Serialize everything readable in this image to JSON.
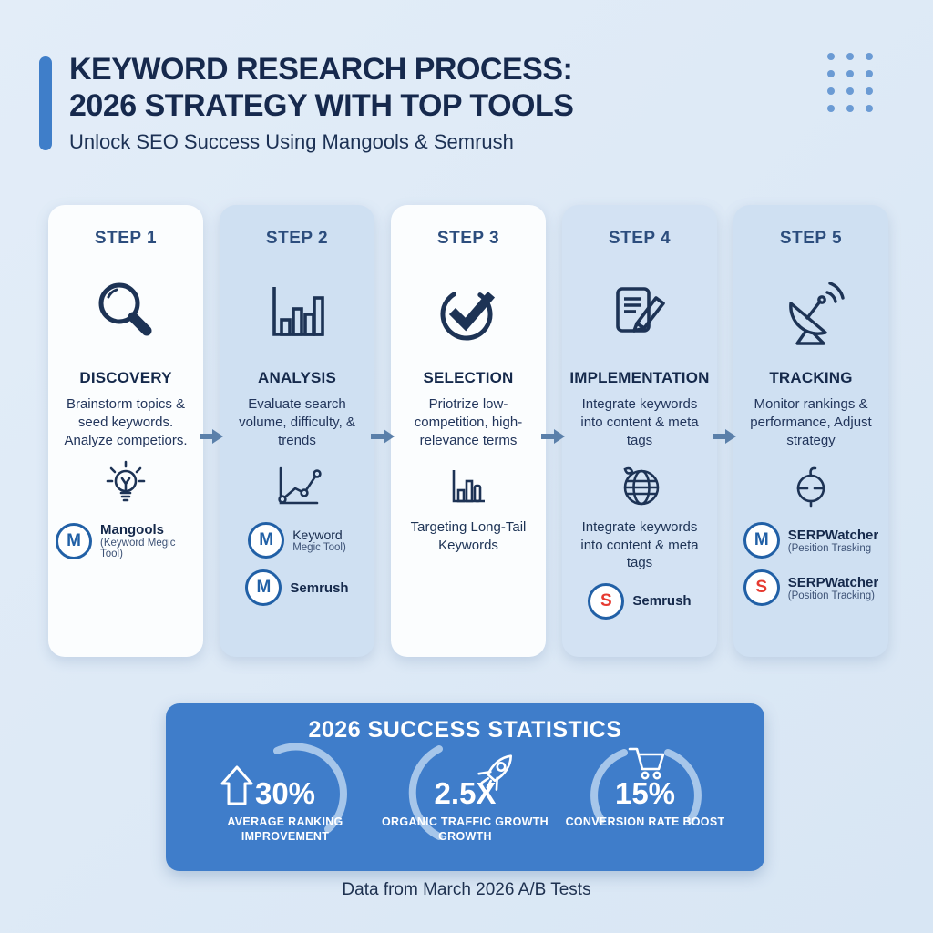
{
  "header": {
    "title_line1": "KEYWORD RESEARCH PROCESS:",
    "title_line2": "2026 STRATEGY WITH TOP TOOLS",
    "subtitle": "Unlock SEO Success Using Mangools & Semrush"
  },
  "steps": [
    {
      "label": "STEP 1",
      "icon": "magnifier-icon",
      "title": "DISCOVERY",
      "description": "Brainstorm topics & seed keywords. Analyze competiors.",
      "secondary_icon": "lightbulb-icon",
      "logos": [
        {
          "letter": "M",
          "name": "Mangools",
          "sub": "(Keyword Megic Tool)"
        }
      ]
    },
    {
      "label": "STEP 2",
      "icon": "bar-chart-icon",
      "title": "ANALYSIS",
      "description": "Evaluate search volume, difficulty, & trends",
      "secondary_icon": "trend-line-icon",
      "logos": [
        {
          "letter": "M",
          "name": "Keyword",
          "sub": "Megic Tool)"
        },
        {
          "letter": "M",
          "name": "Semrush",
          "sub": ""
        }
      ]
    },
    {
      "label": "STEP 3",
      "icon": "check-circle-icon",
      "title": "SELECTION",
      "description": "Priotrize low-competition, high-relevance terms",
      "secondary_icon": "mini-bar-chart-icon",
      "extra_text": "Targeting Long-Tail Keywords",
      "logos": []
    },
    {
      "label": "STEP 4",
      "icon": "edit-document-icon",
      "title": "IMPLEMENTATION",
      "description": "Integrate keywords into content & meta tags",
      "secondary_icon": "globe-icon",
      "extra_text": "Integrate keywords into content & meta tags",
      "logos": [
        {
          "letter": "S",
          "name": "Semrush",
          "sub": ""
        }
      ]
    },
    {
      "label": "STEP 5",
      "icon": "satellite-dish-icon",
      "title": "TRACKING",
      "description": "Monitor rankings & performance, Adjust strategy",
      "secondary_icon": "gauge-circle-icon",
      "logos": [
        {
          "letter": "M",
          "name": "SERPWatcher",
          "sub": "(Pesition Trasking"
        },
        {
          "letter": "S",
          "name": "SERPWatcher",
          "sub": "(Position Tracking)"
        }
      ]
    }
  ],
  "stats_section": {
    "title": "2026 SUCCESS STATISTICS",
    "stats": [
      {
        "icon": "arrow-up-icon",
        "value": "30%",
        "label": "AVERAGE RANKING IMPROVEMENT"
      },
      {
        "icon": "rocket-icon",
        "value": "2.5X",
        "label": "ORGANIC TRAFFIC GROWTH GROWTH"
      },
      {
        "icon": "cart-icon",
        "value": "15%",
        "label": "CONVERSION RATE BOOST"
      }
    ]
  },
  "footer": {
    "note": "Data from March 2026 A/B Tests"
  },
  "colors": {
    "accent_blue": "#3f7ec9",
    "navy": "#1d3355",
    "card_light": "#fbfdfe",
    "card_blue": "#cfe0f2",
    "stats_background": "#3f7dca",
    "arc_light_blue": "#a6c6ea",
    "logo_blue": "#2160a6",
    "logo_red": "#e63a30",
    "arrow_color": "#5b80aa"
  }
}
